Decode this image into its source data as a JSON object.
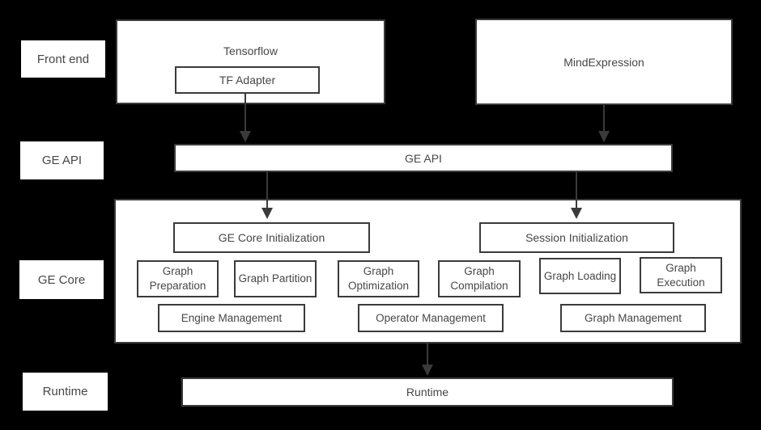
{
  "colors": {
    "background": "#000000",
    "box_fill": "#ffffff",
    "box_border": "#3b3b3b",
    "text": "#474747",
    "arrow": "#3a3a3a"
  },
  "side_labels": {
    "front_end": "Front end",
    "ge_api": "GE API",
    "ge_core": "GE Core",
    "runtime": "Runtime"
  },
  "front_end": {
    "tensorflow_label": "Tensorflow",
    "tf_adapter_label": "TF Adapter",
    "mind_expression_label": "MindExpression"
  },
  "ge_api": {
    "bar_label": "GE API"
  },
  "ge_core": {
    "ge_core_initialization_label": "GE Core Initialization",
    "session_initialization_label": "Session Initialization",
    "stages": [
      {
        "label": "Graph Preparation"
      },
      {
        "label": "Graph Partition"
      },
      {
        "label": "Graph Optimization"
      },
      {
        "label": "Graph Compilation"
      },
      {
        "label": "Graph Loading"
      },
      {
        "label": "Graph Execution"
      }
    ],
    "management": [
      {
        "label": "Engine Management"
      },
      {
        "label": "Operator Management"
      },
      {
        "label": "Graph Management"
      }
    ]
  },
  "runtime": {
    "bar_label": "Runtime"
  }
}
